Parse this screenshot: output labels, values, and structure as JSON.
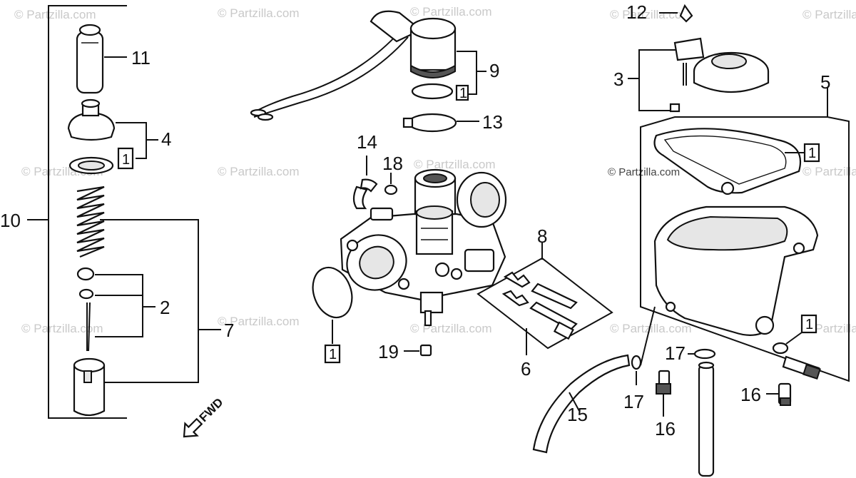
{
  "watermark": "© Partzilla.com",
  "fwd_label": "FWD",
  "box_label": "1",
  "callouts": {
    "c2": "2",
    "c3": "3",
    "c4": "4",
    "c5": "5",
    "c6": "6",
    "c7": "7",
    "c8": "8",
    "c9": "9",
    "c10": "10",
    "c11": "11",
    "c12": "12",
    "c13": "13",
    "c14": "14",
    "c15": "15",
    "c16": "16",
    "c17": "17",
    "c18": "18",
    "c19": "19"
  }
}
